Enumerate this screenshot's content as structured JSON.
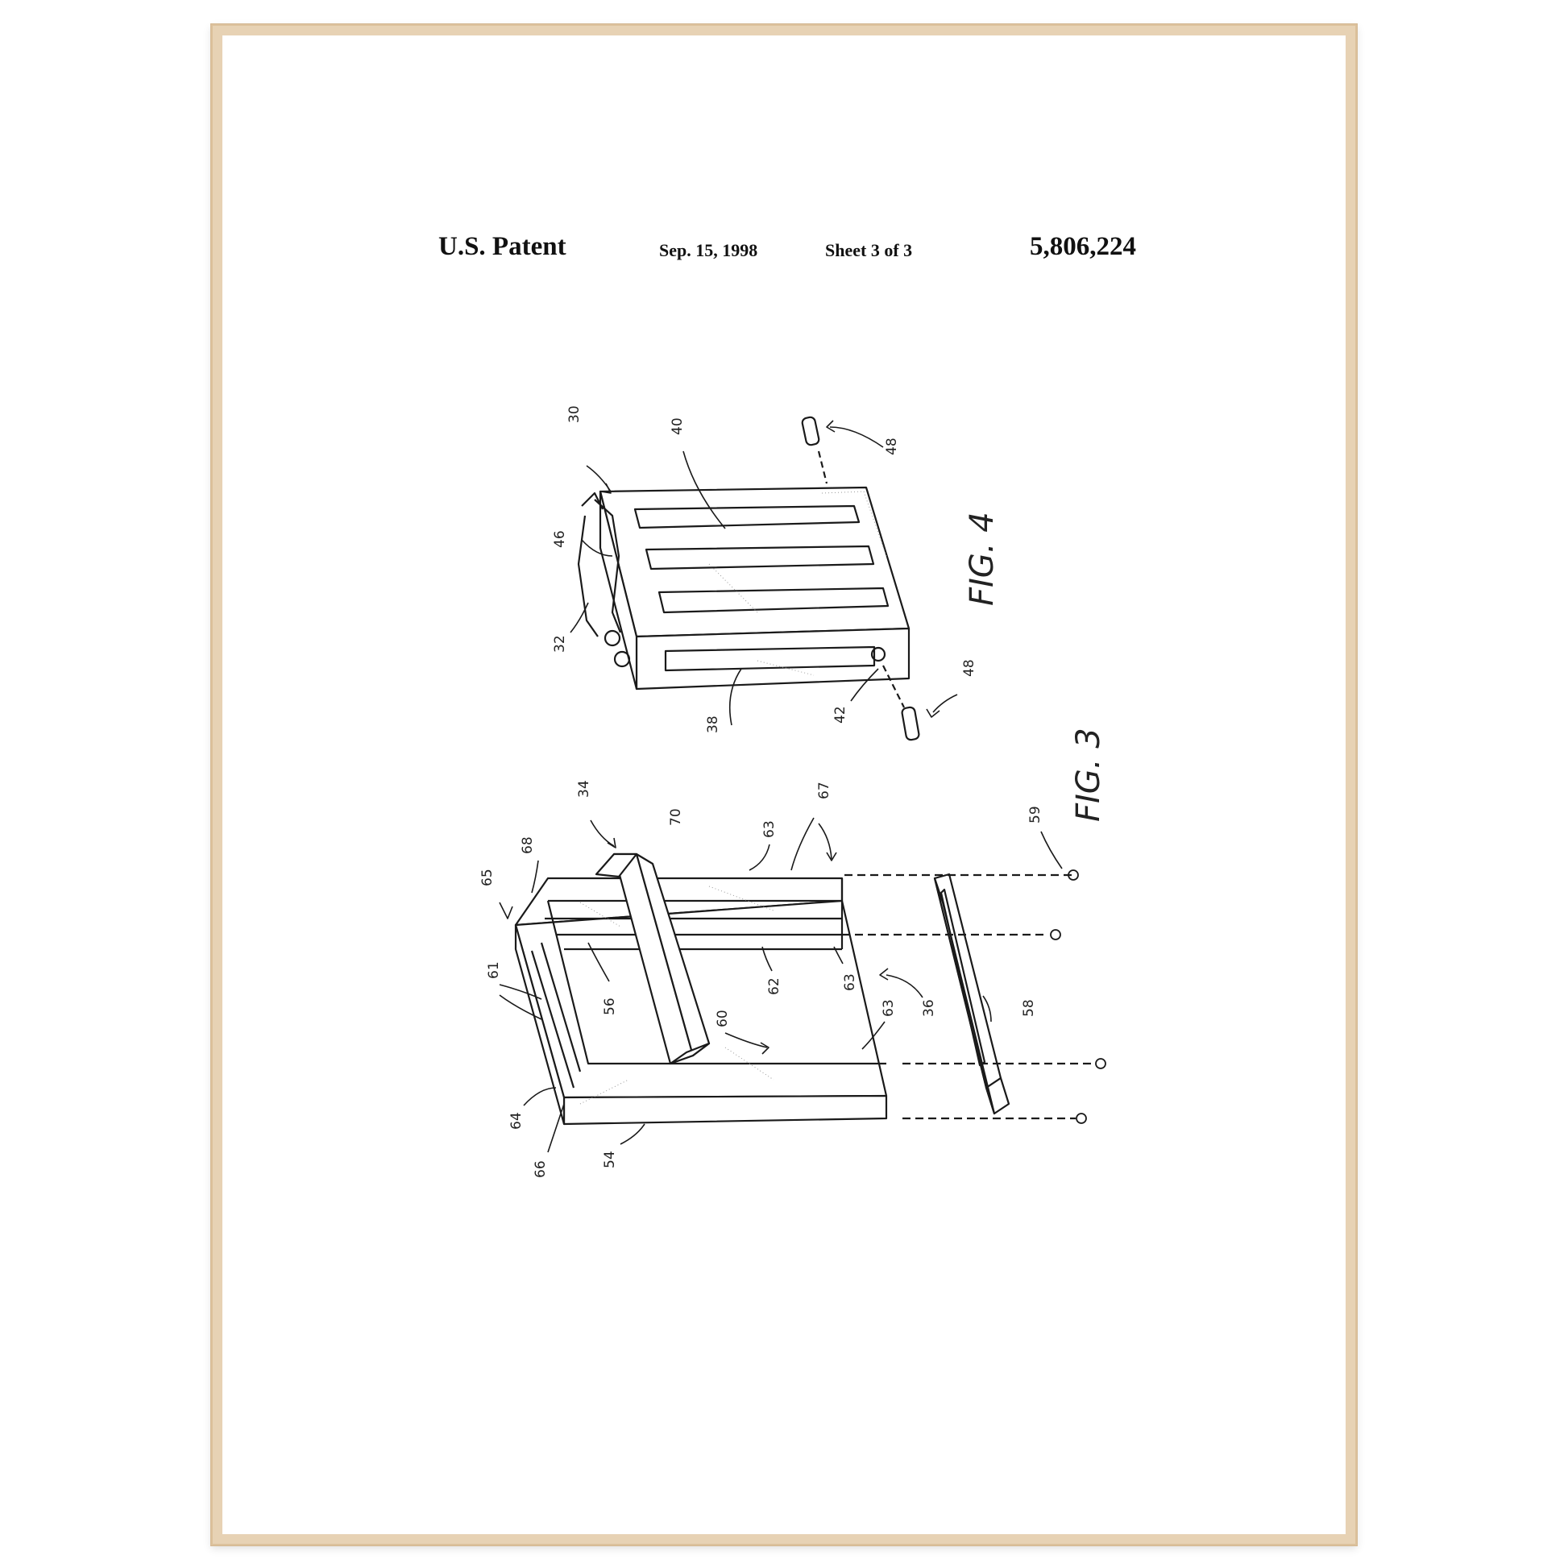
{
  "header": {
    "patent_label": "U.S. Patent",
    "date": "Sep. 15, 1998",
    "sheet": "Sheet 3 of 3",
    "number": "5,806,224"
  },
  "figures": {
    "fig4": {
      "caption": "FIG. 4",
      "labels": [
        "30",
        "40",
        "48",
        "46",
        "32",
        "38",
        "42",
        "48"
      ]
    },
    "fig3": {
      "caption": "FIG. 3",
      "labels": [
        "34",
        "70",
        "63",
        "67",
        "68",
        "65",
        "61",
        "56",
        "62",
        "63",
        "36",
        "58",
        "59",
        "60",
        "63",
        "64",
        "66",
        "54"
      ]
    }
  },
  "colors": {
    "frame_wood": "#e7d2b4",
    "paper": "#ffffff",
    "ink": "#222222"
  }
}
